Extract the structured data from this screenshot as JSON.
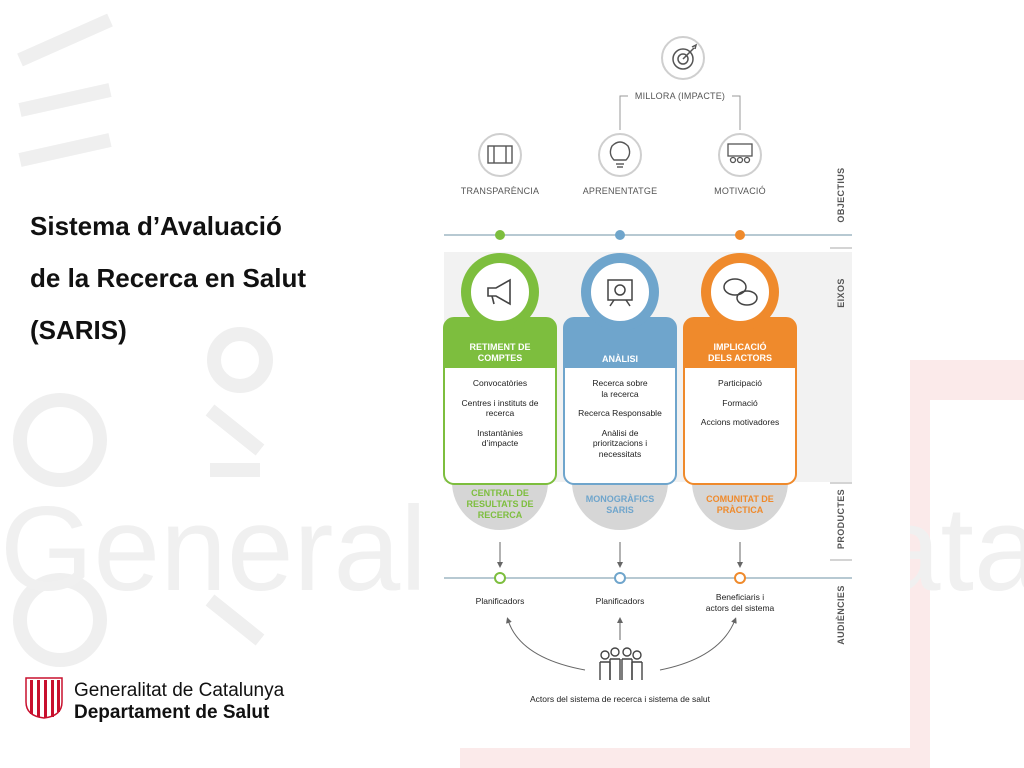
{
  "slide": {
    "title_lines": [
      "Sistema d’Avaluació",
      "de la Recerca en Salut",
      "(SARIS)"
    ]
  },
  "colors": {
    "green": "#7dbe3e",
    "blue": "#6fa5cc",
    "orange": "#ef8a2c",
    "gray_product": "#d6d6d6",
    "watermark": "#f1f1f1"
  },
  "diagram": {
    "top_label": "MILLORA (IMPACTE)",
    "objectives": [
      "TRANSPARÈNCIA",
      "APRENENTATGE",
      "MOTIVACIÓ"
    ],
    "side_labels": [
      "OBJECTIUS",
      "EIXOS",
      "PRODUCTES",
      "AUDIÈNCIES"
    ],
    "axes": [
      {
        "title_lines": [
          "RETIMENT DE",
          "COMPTES"
        ],
        "items": [
          "Convocatòries",
          "Centres i instituts de\nrecerca",
          "Instantànies\nd’impacte"
        ],
        "product_lines": [
          "CENTRAL DE",
          "RESULTATS DE",
          "RECERCA"
        ],
        "audience_lines": [
          "Planificadors"
        ]
      },
      {
        "title_lines": [
          "ANÀLISI"
        ],
        "items": [
          "Recerca sobre\nla recerca",
          "Recerca Responsable",
          "Anàlisi de\nprioritzacions i\nnecessitats"
        ],
        "product_lines": [
          "MONOGRÀFICS",
          "SARIS"
        ],
        "audience_lines": [
          "Planificadors"
        ]
      },
      {
        "title_lines": [
          "IMPLICACIÓ",
          "DELS ACTORS"
        ],
        "items": [
          "Participació",
          "Formació",
          "Accions motivadores"
        ],
        "product_lines": [
          "COMUNITAT DE",
          "PRÀCTICA"
        ],
        "audience_lines": [
          "Beneficiaris i",
          "actors del sistema"
        ]
      }
    ],
    "bottom_label": "Actors del sistema de recerca i sistema de salut"
  },
  "watermark_text": "Generalitat de Catalunya",
  "logo": {
    "line1": "Generalitat de Catalunya",
    "line2": "Departament de Salut"
  }
}
